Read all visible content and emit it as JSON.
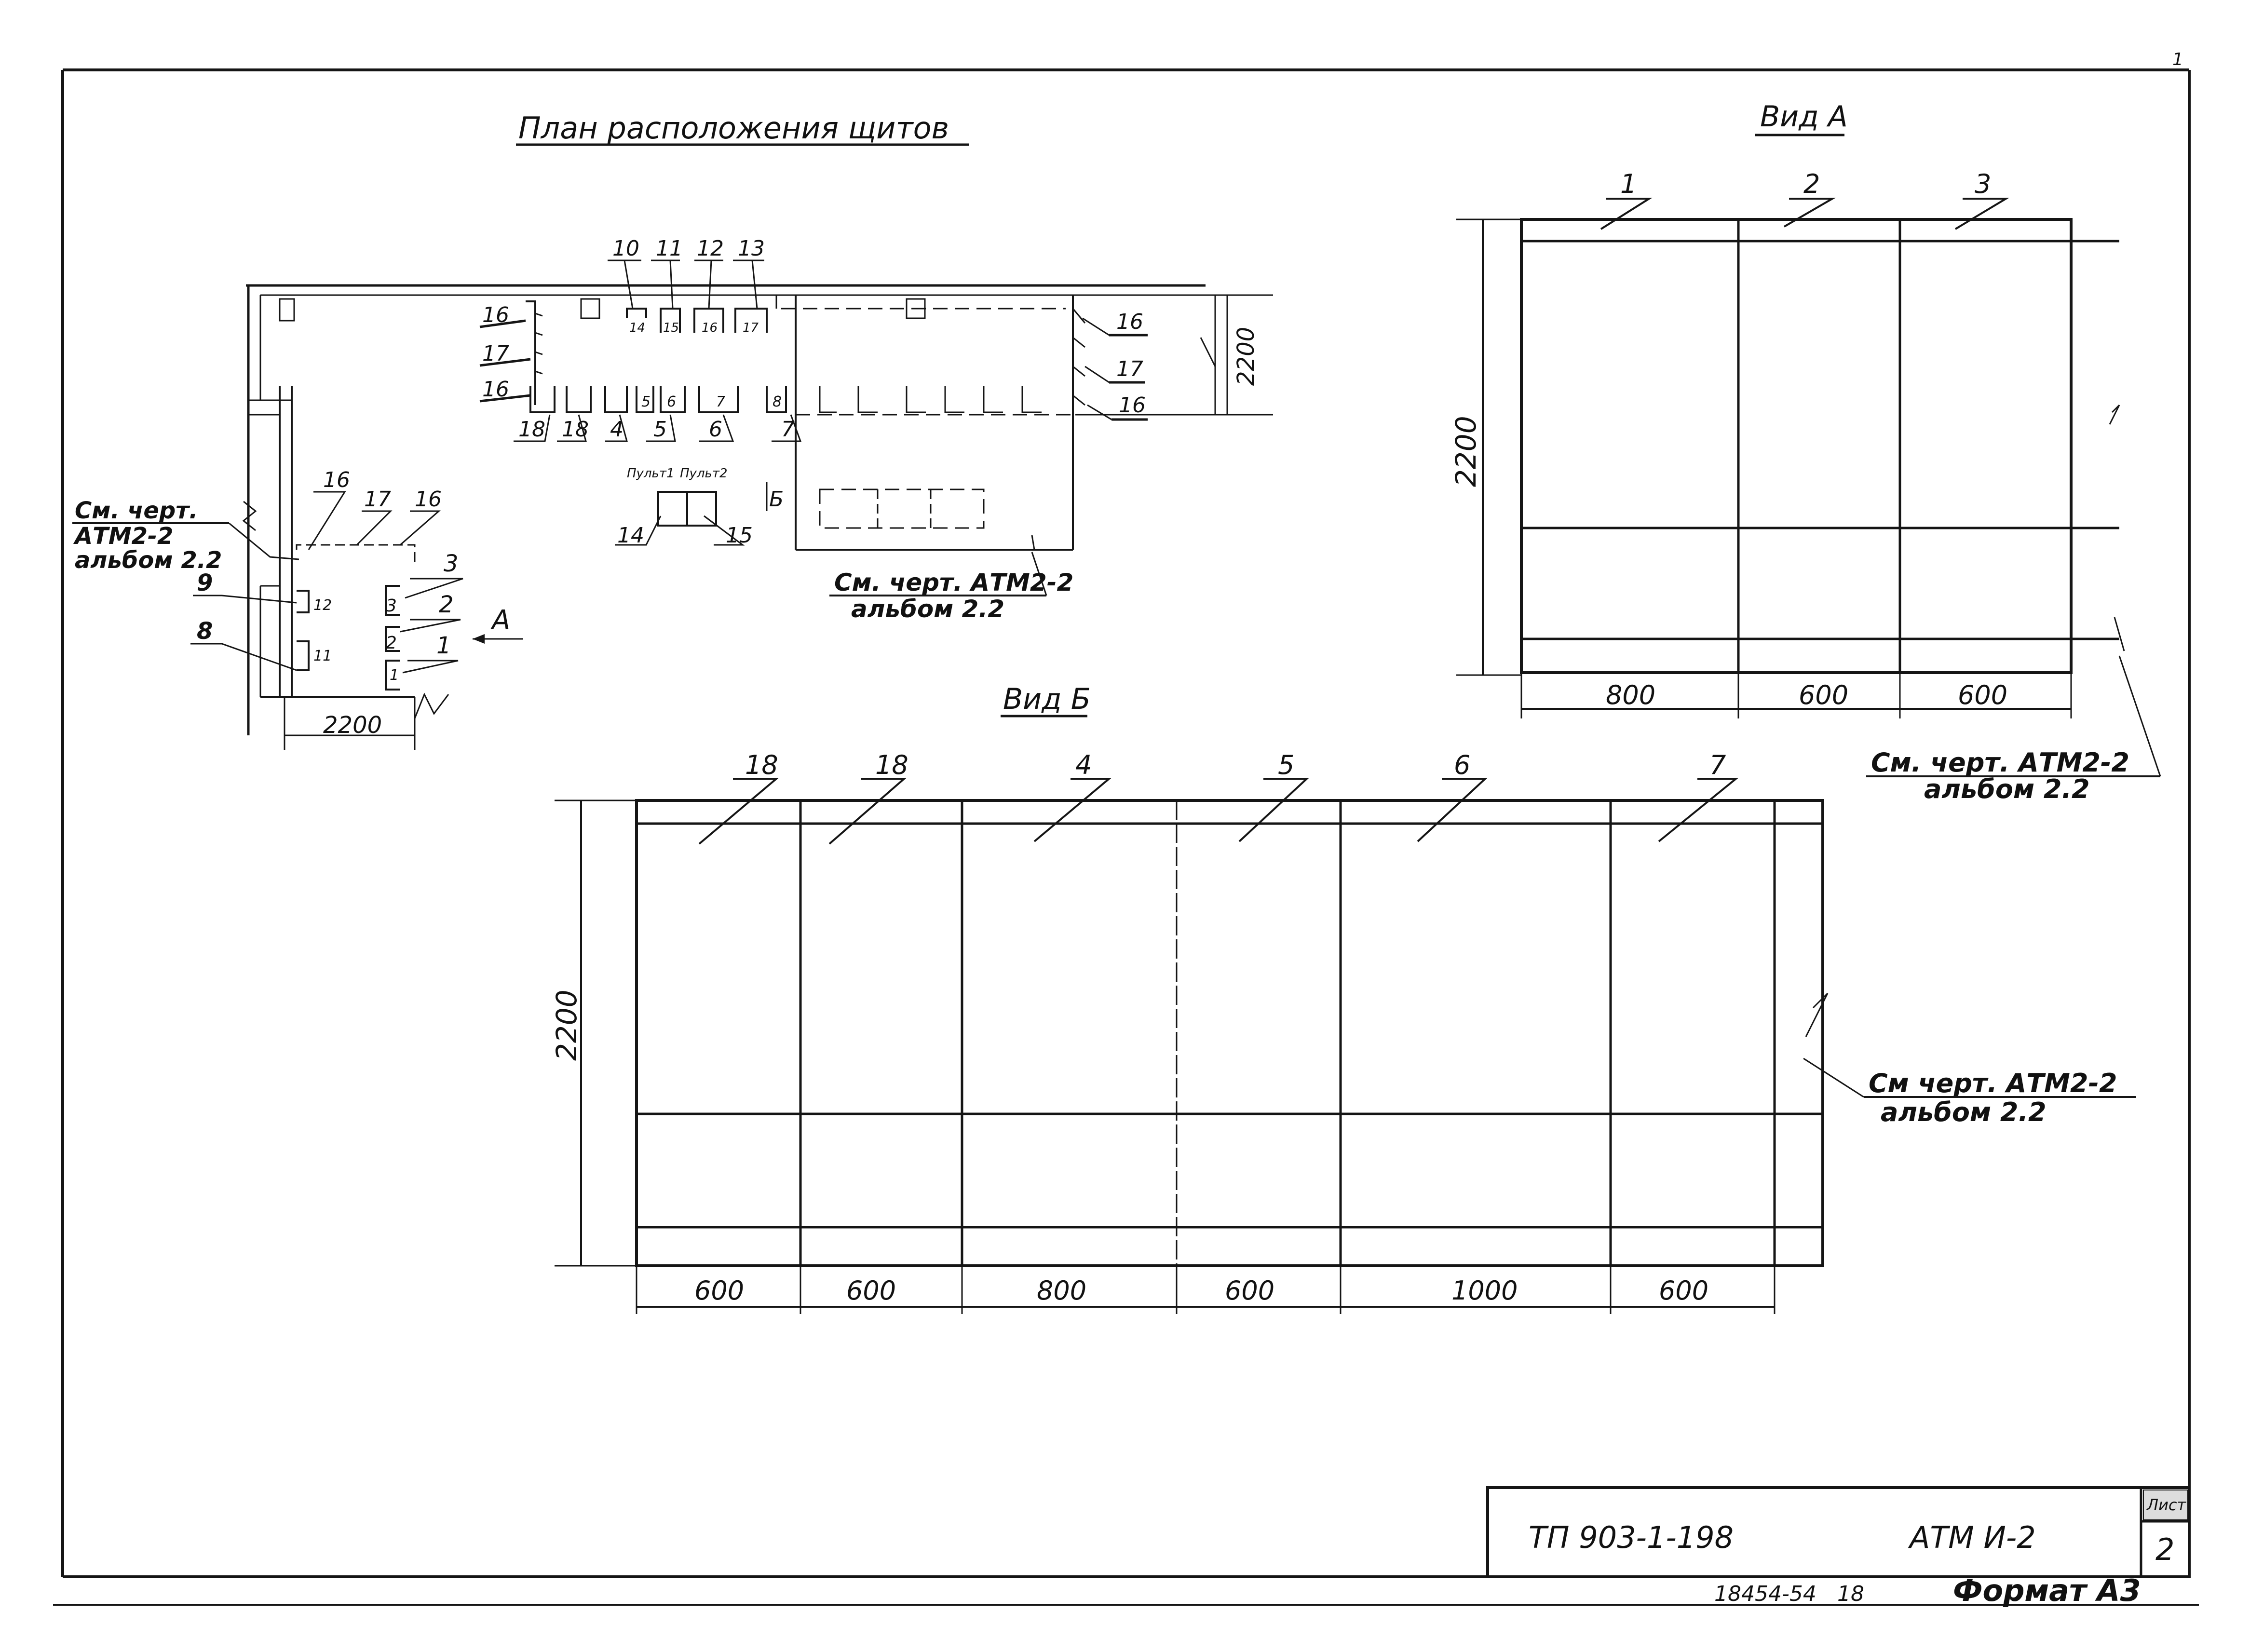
{
  "plan": {
    "title": "План расположения щитов",
    "dim_h": "2200",
    "dim_w": "2200",
    "pult1": "Пульт1",
    "pult2": "Пульт2",
    "label_b": "Б",
    "label_a": "А",
    "top_marks": [
      "10",
      "11",
      "12",
      "13"
    ],
    "top_inner": [
      "14",
      "15",
      "16",
      "17"
    ],
    "left_marks": [
      "16",
      "17",
      "16"
    ],
    "bottom_marks": [
      "18",
      "18",
      "4",
      "5",
      "6",
      "7"
    ],
    "bottom_inner": [
      "5",
      "6",
      "7",
      "8"
    ],
    "right_marks": [
      "16",
      "17",
      "16"
    ],
    "console_marks": [
      "14",
      "15"
    ],
    "left_block_top": [
      "16",
      "17",
      "16"
    ],
    "left_block_side": [
      "9",
      "8"
    ],
    "left_block_inner": [
      "12",
      "11"
    ],
    "left_block_right": [
      "3",
      "2",
      "1"
    ],
    "left_block_right_inner": [
      "3",
      "2",
      "1"
    ],
    "ref_left": [
      "См. черт.",
      "АТМ2-2",
      "альбом 2.2"
    ],
    "ref_bottom": [
      "См. черт. АТМ2-2",
      "альбом 2.2"
    ]
  },
  "view_a": {
    "title": "Вид А",
    "height_label": "2200",
    "panel_marks": [
      "1",
      "2",
      "3"
    ],
    "widths": [
      "800",
      "600",
      "600"
    ],
    "ref": [
      "См. черт. АТМ2-2",
      "альбом 2.2"
    ]
  },
  "view_b": {
    "title": "Вид Б",
    "height_label": "2200",
    "panel_marks": [
      "18",
      "18",
      "4",
      "5",
      "6",
      "7"
    ],
    "widths": [
      "600",
      "600",
      "800",
      "600",
      "1000",
      "600"
    ],
    "ref": [
      "См черт. АТМ2-2",
      "альбом 2.2"
    ]
  },
  "title_block": {
    "code": "ТП 903-1-198",
    "sheet_code": "АТМ И-2",
    "sheet_label": "Лист",
    "sheet_no": "2",
    "inv": "18454-54",
    "inv2": "18",
    "format": "Формат А3"
  },
  "corner_mark": "1"
}
